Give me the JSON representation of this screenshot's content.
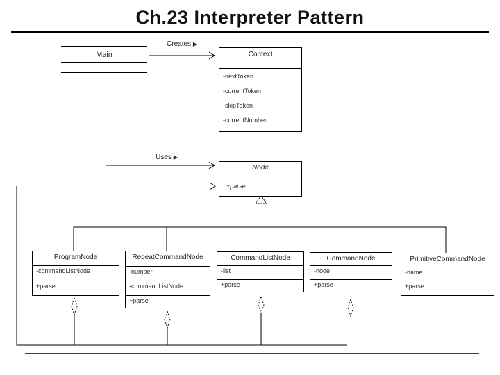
{
  "title": "Ch.23 Interpreter Pattern",
  "diagram": {
    "labels": {
      "creates": "Creates",
      "uses": "Uses",
      "direction_glyph": "▶"
    },
    "classes": {
      "main": {
        "name": "Main"
      },
      "context": {
        "name": "Context",
        "attributes": [
          "-nextToken",
          "-currentToken",
          "-skipToken",
          "-currentNumber"
        ]
      },
      "node": {
        "name": "Node",
        "methods": [
          "+parse"
        ]
      },
      "programNode": {
        "name": "ProgramNode",
        "attributes": [
          "-commandListNode"
        ],
        "methods": [
          "+parse"
        ]
      },
      "repeatCommandNode": {
        "name": "RepeatCommandNode",
        "attributes": [
          "-number",
          "-commandListNode"
        ],
        "methods": [
          "+parse"
        ]
      },
      "commandListNode": {
        "name": "CommandListNode",
        "attributes": [
          "-list"
        ],
        "methods": [
          "+parse"
        ]
      },
      "commandNode": {
        "name": "CommandNode",
        "attributes": [
          "-node"
        ],
        "methods": [
          "+parse"
        ]
      },
      "primitiveCommandNode": {
        "name": "PrimitiveCommandNode",
        "attributes": [
          "-name"
        ],
        "methods": [
          "+parse"
        ]
      }
    }
  }
}
